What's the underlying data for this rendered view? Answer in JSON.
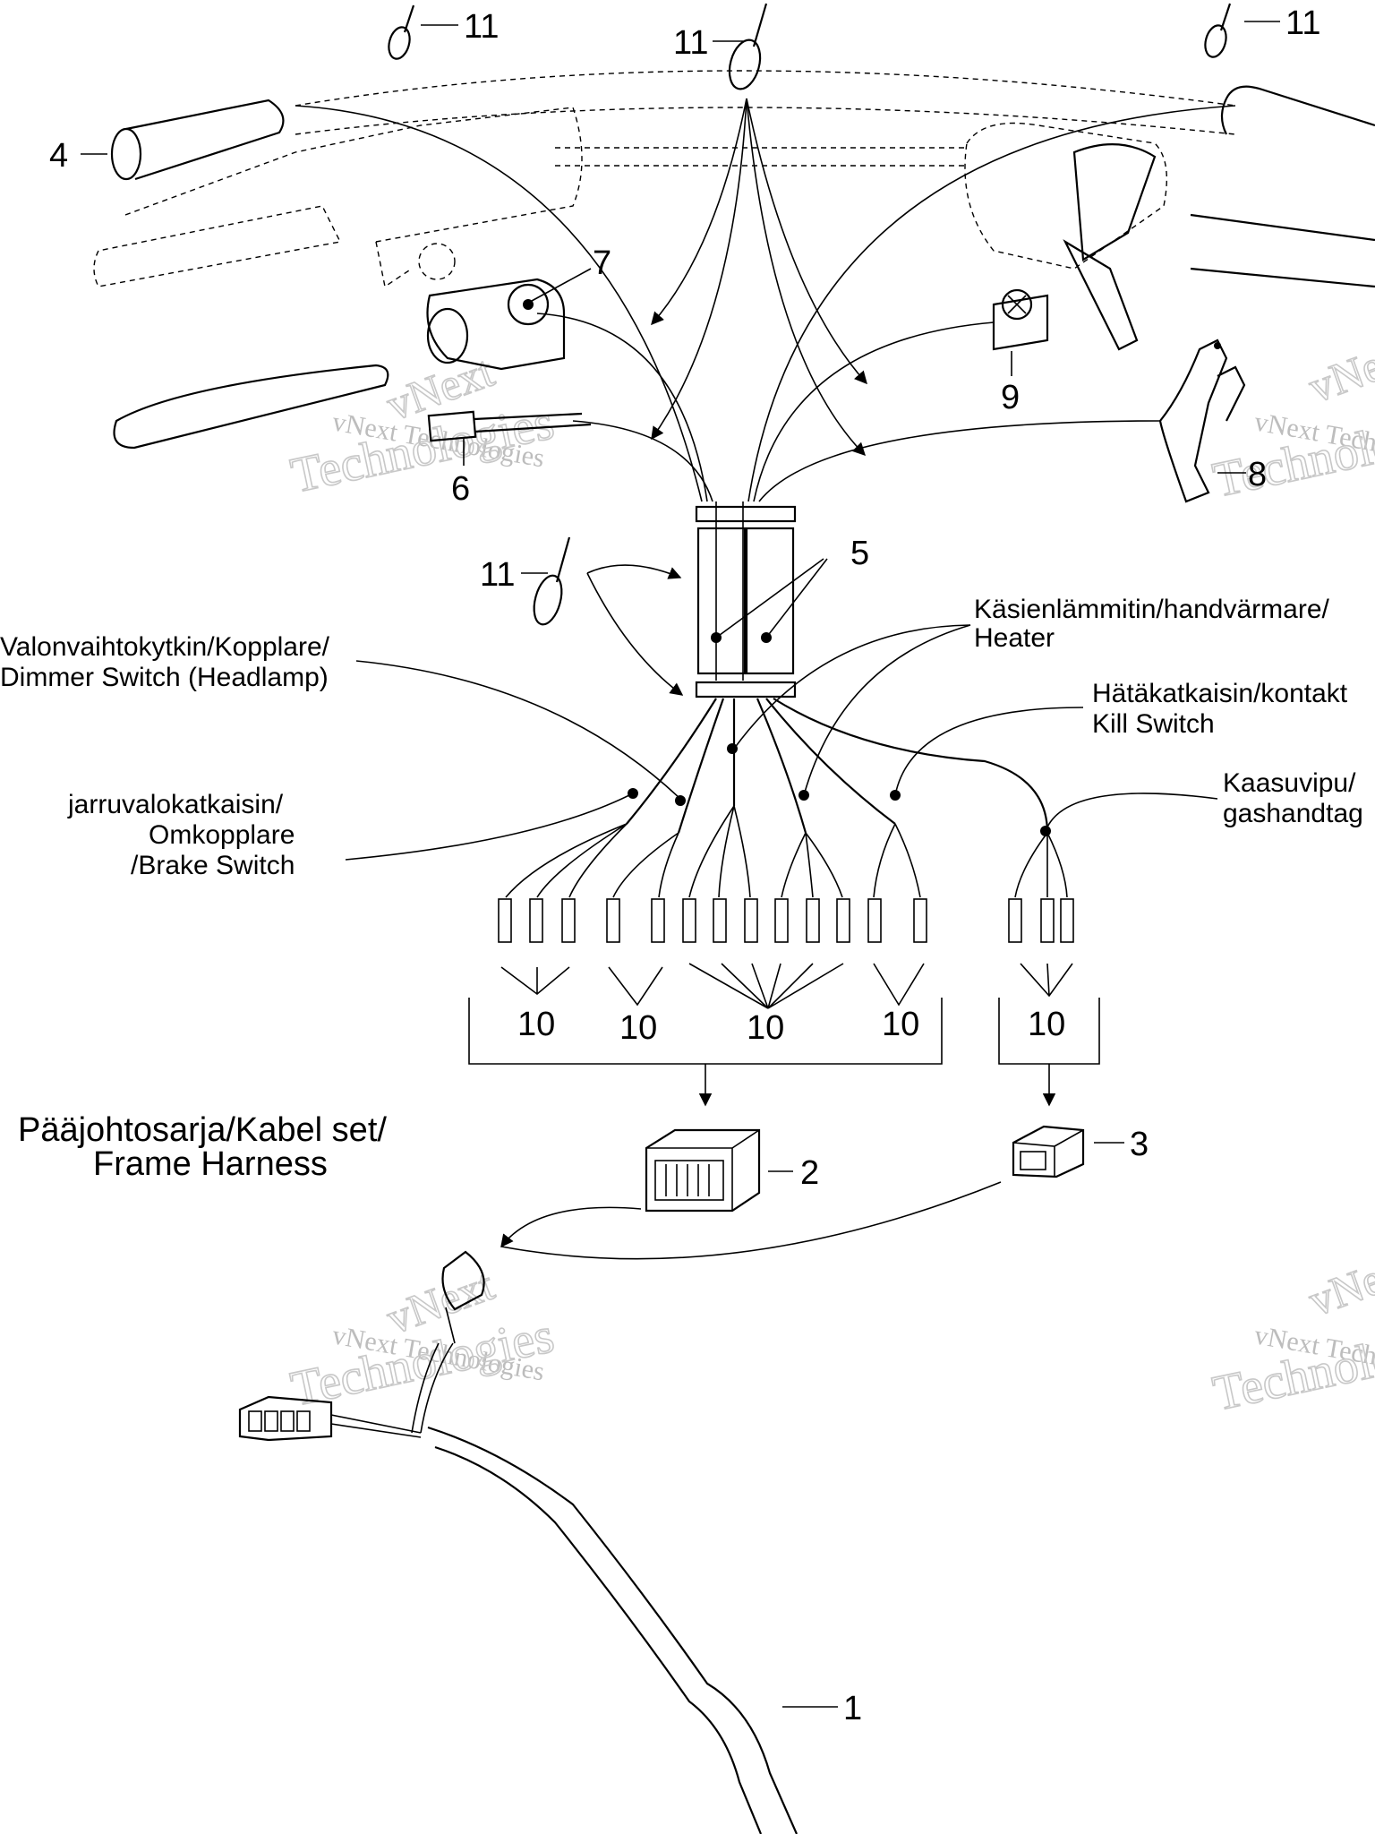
{
  "callouts": {
    "c1": "1",
    "c2": "2",
    "c3": "3",
    "c4": "4",
    "c5": "5",
    "c6": "6",
    "c7": "7",
    "c8": "8",
    "c9": "9",
    "c10a": "10",
    "c10b": "10",
    "c10c": "10",
    "c10d": "10",
    "c10e": "10",
    "c11a": "11",
    "c11b": "11",
    "c11c": "11",
    "c11d": "11"
  },
  "labels": {
    "dimmer": [
      "Valonvaihtokytkin/Kopplare/",
      "Dimmer Switch (Headlamp)"
    ],
    "heater": [
      "Käsienlämmitin/handvärmare/",
      "Heater"
    ],
    "kill": [
      "Hätäkatkaisin/kontakt",
      "Kill Switch"
    ],
    "throttle": [
      "Kaasuvipu/",
      "gashandtag"
    ],
    "brake": [
      "jarruvalokatkaisin/",
      "Omkopplare",
      "/Brake Switch"
    ],
    "frame": [
      "Pääjohtosarja/Kabel set/",
      "Frame Harness"
    ]
  },
  "watermark": {
    "line1": "vNext",
    "line2": "vNext Technologies",
    "line3": "Technologies"
  }
}
